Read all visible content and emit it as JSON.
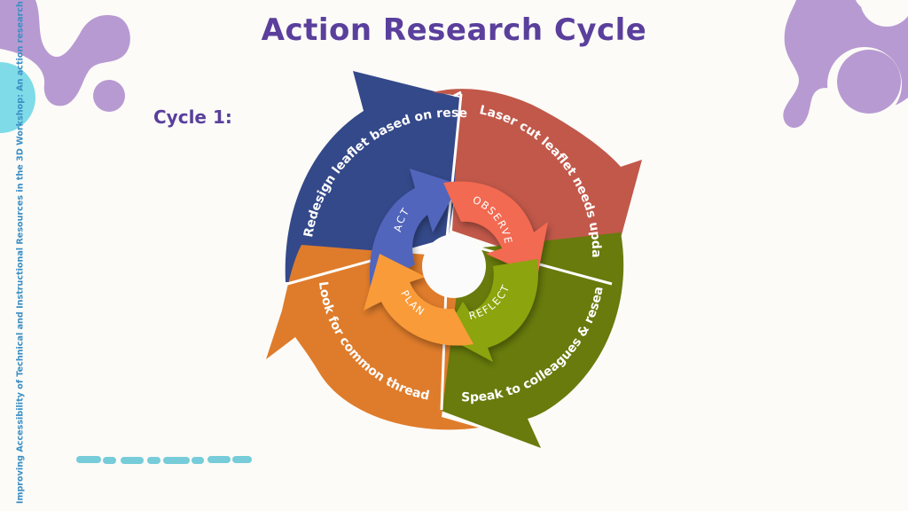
{
  "slide": {
    "title": "Action Research Cycle",
    "cycle_label": "Cycle 1:",
    "side_caption": "Improving Accessibility of Technical and Instructional Resources in the 3D Workshop: An action research approach"
  },
  "colors": {
    "title": "#5a3f9c",
    "side_caption": "#3b8fc4",
    "decor_purple": "#b89ad2",
    "decor_cyan": "#7fdbe8",
    "dash_line": "#76ccd8",
    "background": "#fcfbf8"
  },
  "diagram": {
    "outer": [
      {
        "text": "Redesign leaflet based on research",
        "color": "#34498a"
      },
      {
        "text": "Laser cut leaflet needs updating",
        "color": "#c1584a"
      },
      {
        "text": "Speak to colleagues & research",
        "color": "#687b0c"
      },
      {
        "text": "Look for common threads",
        "color": "#df7c2b"
      }
    ],
    "inner": [
      {
        "text": "ACT",
        "color": "#5165bc"
      },
      {
        "text": "OBSERVE",
        "color": "#f26a51"
      },
      {
        "text": "REFLECT",
        "color": "#8ca40e"
      },
      {
        "text": "PLAN",
        "color": "#f99b38"
      }
    ]
  }
}
